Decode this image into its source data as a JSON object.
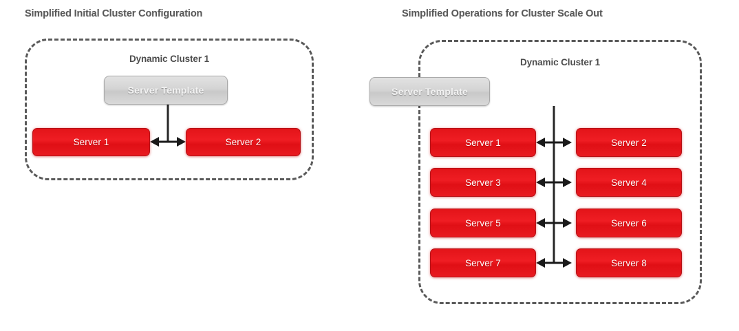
{
  "diagram": {
    "background_color": "#ffffff",
    "accent_red": "#ED1C24",
    "template_gray": "#D4D4D4",
    "border_gray": "#5A5A5A",
    "title_color": "#595959"
  },
  "panels": [
    {
      "id": "initial-configuration",
      "title": "Simplified Initial Cluster Configuration",
      "cluster_label": "Dynamic Cluster 1",
      "template_label": "Server Template",
      "layout": "two-across",
      "rows": [
        {
          "left": "Server 1",
          "right": "Server 2"
        }
      ],
      "servers": [
        "Server 1",
        "Server 2"
      ],
      "server_count": 2
    },
    {
      "id": "scale-out",
      "title": "Simplified Operations for Cluster Scale Out",
      "cluster_label": "Dynamic Cluster 1",
      "template_label": "Server Template",
      "layout": "two-column-four-rows",
      "rows": [
        {
          "left": "Server 1",
          "right": "Server 2"
        },
        {
          "left": "Server 3",
          "right": "Server 4"
        },
        {
          "left": "Server 5",
          "right": "Server 6"
        },
        {
          "left": "Server 7",
          "right": "Server 8"
        }
      ],
      "servers": [
        "Server 1",
        "Server 2",
        "Server 3",
        "Server 4",
        "Server 5",
        "Server 6",
        "Server 7",
        "Server 8"
      ],
      "server_count": 8
    }
  ]
}
